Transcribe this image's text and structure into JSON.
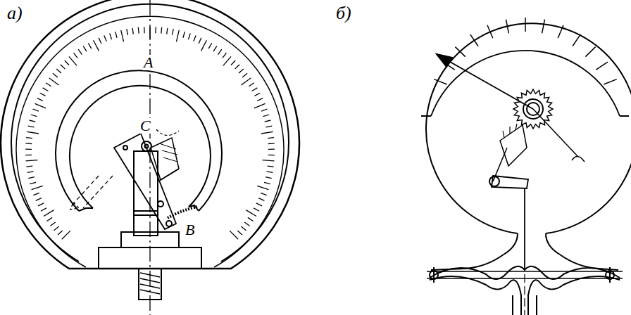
{
  "diagram": {
    "labels": [
      "а)",
      "б)",
      "A",
      "C",
      "B"
    ]
  }
}
